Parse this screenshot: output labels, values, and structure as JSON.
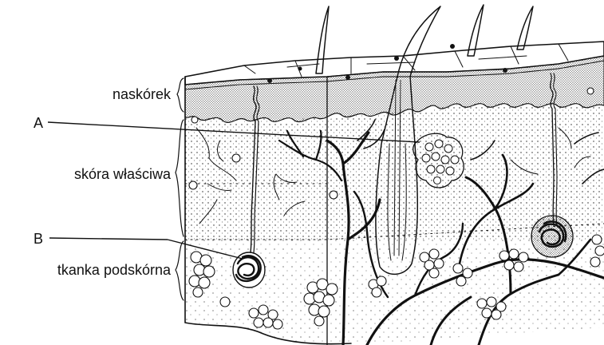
{
  "labels": {
    "epidermis": "naskórek",
    "dermis": "skóra właściwa",
    "hypodermis": "tkanka podskórna",
    "marker_a": "A",
    "marker_b": "B"
  }
}
